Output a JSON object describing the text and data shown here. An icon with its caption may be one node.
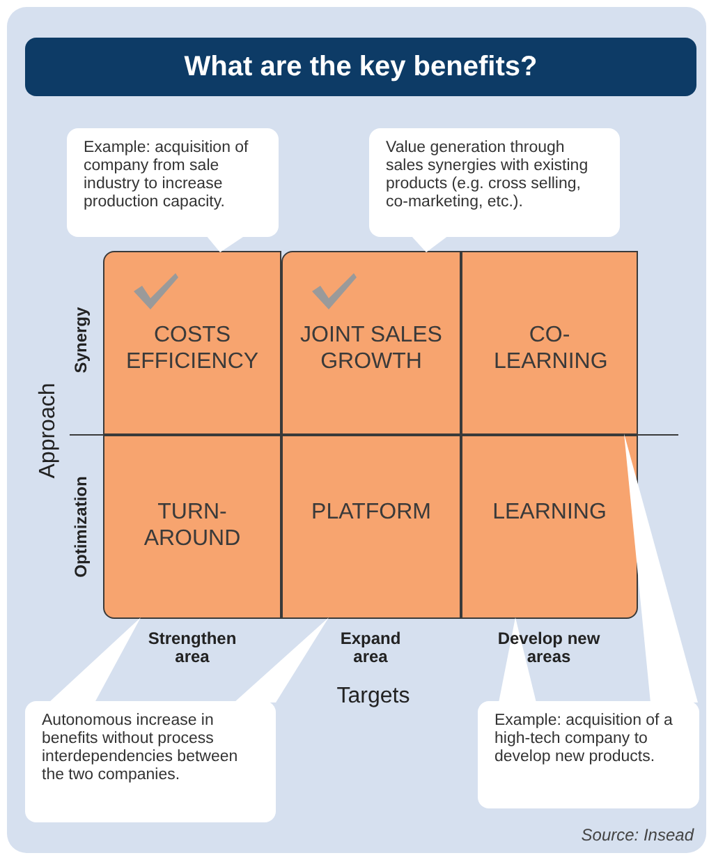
{
  "diagram": {
    "title": "What are the key benefits?",
    "nodes": [
      {
        "text": [
          "Example: acquisition of company from sale industry to increase production capacity."
        ]
      },
      {
        "text": [
          "Value generation through sales synergies with existing products (e.g. cross selling, co-marketing, etc.)."
        ]
      },
      {
        "text": [
          "COSTS EFFICIENCY"
        ]
      },
      {
        "text": [
          "JOINT SALES GROWTH"
        ]
      },
      {
        "text": [
          "CO-LEARNING"
        ]
      },
      {
        "text": [
          "TURN-AROUND"
        ]
      },
      {
        "text": [
          "PLATFORM"
        ]
      },
      {
        "text": [
          "LEARNING"
        ]
      },
      {
        "text": [
          "Autonomous increase in benefits without process interdependencies between the two companies."
        ]
      },
      {
        "text": [
          "Example: acquisition of a high-tech company to develop new products."
        ]
      }
    ],
    "edges": [
      {
        "from": 0,
        "to": 2,
        "arrow": "none"
      },
      {
        "from": 1,
        "to": 3,
        "arrow": "none"
      },
      {
        "from": 8,
        "to": 5,
        "arrow": "none"
      },
      {
        "from": 8,
        "to": 6,
        "arrow": "none"
      },
      {
        "from": 9,
        "to": 7,
        "arrow": "none"
      },
      {
        "from": 9,
        "to": 4,
        "arrow": "none"
      }
    ],
    "labels": [
      "Approach",
      "Synergy",
      "Optimization",
      "Strengthen area",
      "Expand area",
      "Develop new areas",
      "Targets",
      "Source: Insead"
    ]
  }
}
